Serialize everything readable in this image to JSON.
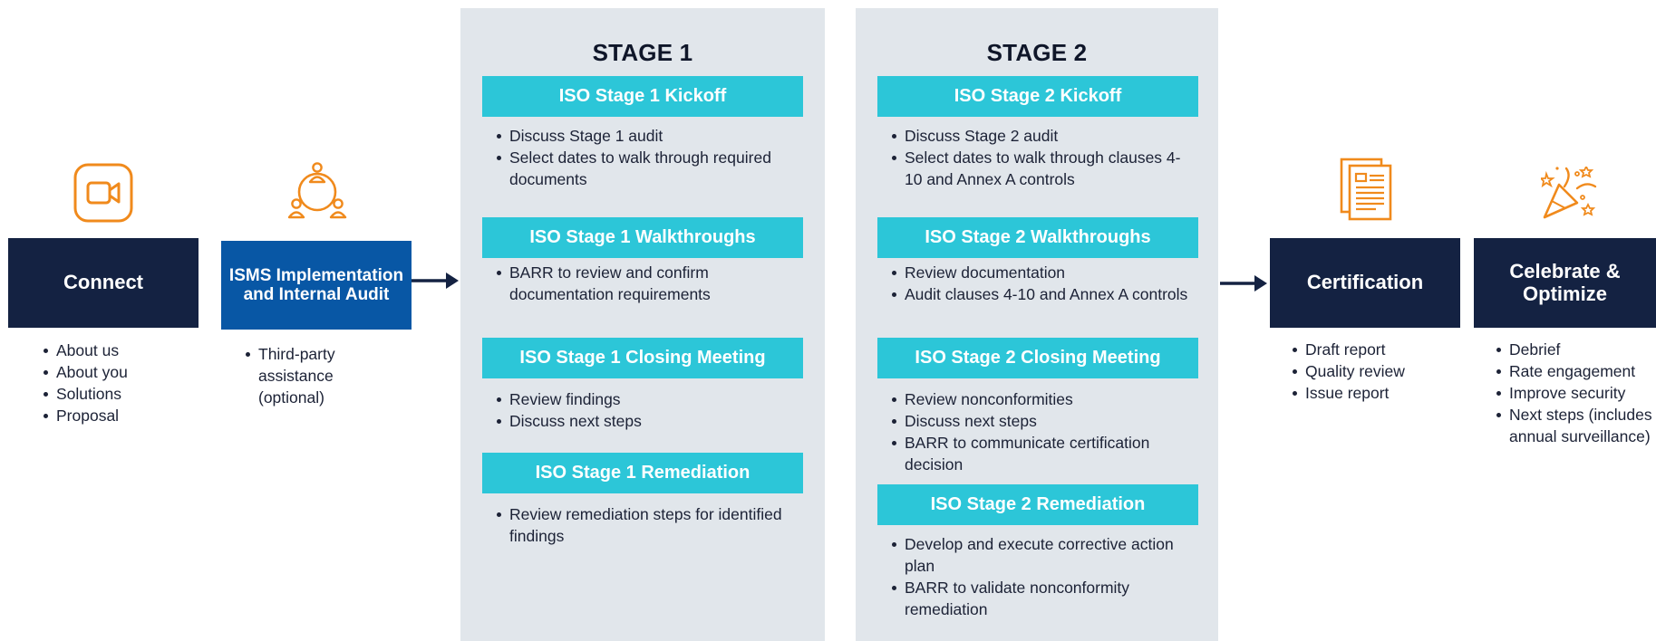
{
  "colors": {
    "navy": "#142242",
    "blue": "#0857a5",
    "cyan": "#2cc6d8",
    "panel": "#e1e6eb",
    "orange": "#f08a1c"
  },
  "connect": {
    "icon": "video-camera-icon",
    "title": "Connect",
    "bullets": [
      "About us",
      "About you",
      "Solutions",
      "Proposal"
    ]
  },
  "isms": {
    "icon": "team-network-icon",
    "title": "ISMS Implementation and Internal Audit",
    "bullets": [
      "Third-party assistance (optional)"
    ]
  },
  "stage1": {
    "title": "STAGE 1",
    "sections": [
      {
        "heading": "ISO Stage 1 Kickoff",
        "bullets": [
          "Discuss Stage 1 audit",
          "Select dates to walk through required documents"
        ]
      },
      {
        "heading": "ISO Stage 1 Walkthroughs",
        "bullets": [
          "BARR to review and confirm documentation requirements"
        ]
      },
      {
        "heading": "ISO Stage 1 Closing Meeting",
        "bullets": [
          "Review findings",
          "Discuss next steps"
        ]
      },
      {
        "heading": "ISO Stage 1 Remediation",
        "bullets": [
          "Review remediation steps for identified findings"
        ]
      }
    ]
  },
  "stage2": {
    "title": "STAGE 2",
    "sections": [
      {
        "heading": "ISO Stage 2 Kickoff",
        "bullets": [
          "Discuss Stage 2 audit",
          "Select dates to walk through clauses 4-10 and Annex A controls"
        ]
      },
      {
        "heading": "ISO Stage 2 Walkthroughs",
        "bullets": [
          "Review documentation",
          "Audit clauses 4-10 and Annex A controls"
        ]
      },
      {
        "heading": "ISO Stage 2 Closing Meeting",
        "bullets": [
          "Review nonconformities",
          "Discuss next steps",
          "BARR to communicate certification decision"
        ]
      },
      {
        "heading": "ISO Stage 2 Remediation",
        "bullets": [
          "Develop and execute corrective action plan",
          "BARR to validate nonconformity remediation"
        ]
      }
    ]
  },
  "certification": {
    "icon": "document-report-icon",
    "title": "Certification",
    "bullets": [
      "Draft report",
      "Quality review",
      "Issue report"
    ]
  },
  "celebrate": {
    "icon": "party-popper-icon",
    "title": "Celebrate & Optimize",
    "bullets": [
      "Debrief",
      "Rate engagement",
      "Improve security",
      "Next steps (includes annual surveillance)"
    ]
  }
}
